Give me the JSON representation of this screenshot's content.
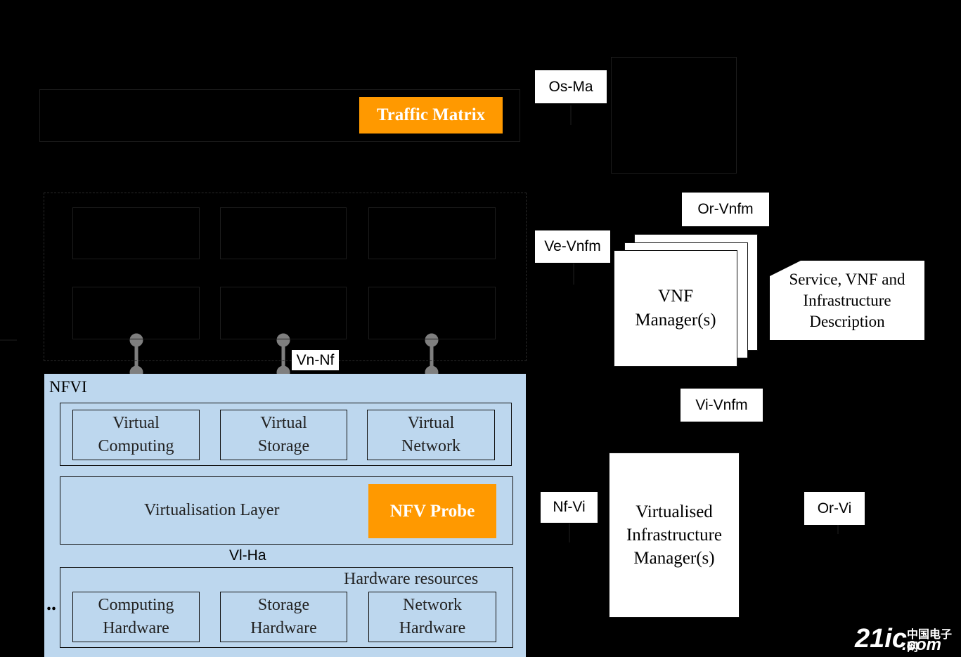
{
  "reference_points": {
    "os_ma": "Os-Ma",
    "or_vnfm": "Or-Vnfm",
    "ve_vnfm": "Ve-Vnfm",
    "vn_nf": "Vn-Nf",
    "vi_vnfm": "Vi-Vnfm",
    "nf_vi": "Nf-Vi",
    "or_vi": "Or-Vi",
    "vl_ha": "Vl-Ha"
  },
  "oss_bss": {
    "traffic_matrix": "Traffic Matrix"
  },
  "vnf_manager": {
    "label": "VNF Manager(s)"
  },
  "descriptor": {
    "label": "Service, VNF and Infrastructure Description"
  },
  "nfvi": {
    "title": "NFVI",
    "virtual": {
      "computing": "Virtual Computing",
      "storage": "Virtual Storage",
      "network": "Virtual Network"
    },
    "virtualisation_layer": "Virtualisation Layer",
    "nfv_probe": "NFV Probe",
    "hardware_title": "Hardware resources",
    "hardware": {
      "computing": "Computing Hardware",
      "storage": "Storage Hardware",
      "network": "Network Hardware"
    },
    "ellipsis": ".."
  },
  "vim": {
    "label": "Virtualised Infrastructure Manager(s)"
  },
  "watermark": {
    "brand": "21ic",
    "domain": ".com",
    "cn": "中国电子网"
  }
}
